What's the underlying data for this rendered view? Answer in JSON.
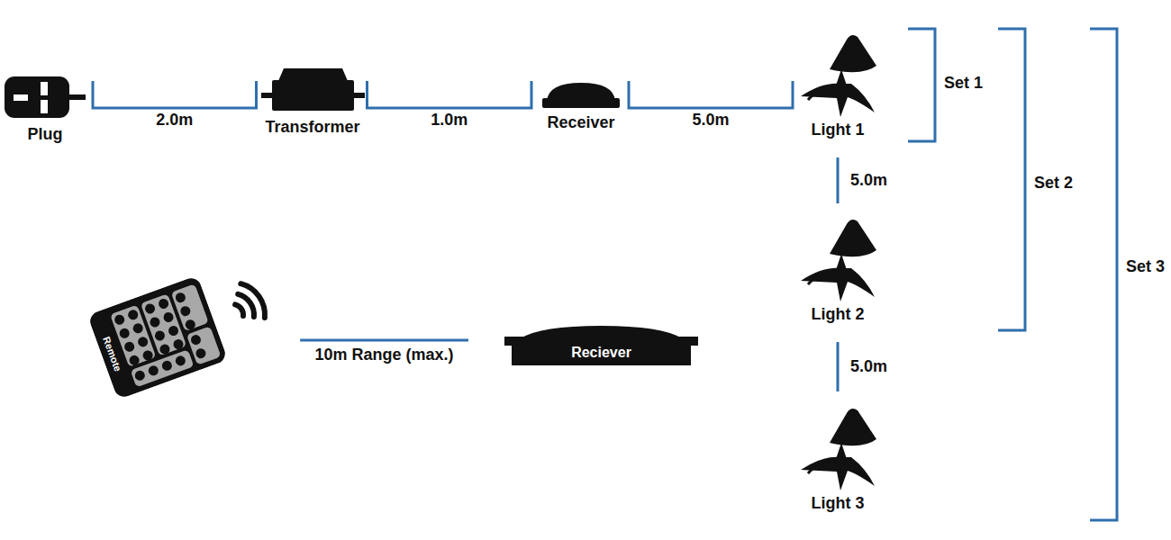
{
  "diagram": {
    "nodes": [
      {
        "text": [
          "Plug"
        ]
      },
      {
        "text": [
          "Transformer"
        ]
      },
      {
        "text": [
          "Receiver"
        ]
      },
      {
        "text": [
          "Light 1"
        ]
      },
      {
        "text": [
          "Light 2"
        ]
      },
      {
        "text": [
          "Light 3"
        ]
      },
      {
        "text": [
          "Remote"
        ]
      },
      {
        "text": [
          "Reciever"
        ]
      }
    ],
    "edges": [
      {
        "from": 0,
        "to": 1,
        "label": "2.0m",
        "arrow": "none"
      },
      {
        "from": 1,
        "to": 2,
        "label": "1.0m",
        "arrow": "none"
      },
      {
        "from": 2,
        "to": 3,
        "label": "5.0m",
        "arrow": "none"
      },
      {
        "from": 3,
        "to": 4,
        "label": "5.0m",
        "arrow": "none"
      },
      {
        "from": 4,
        "to": 5,
        "label": "5.0m",
        "arrow": "none"
      },
      {
        "from": 6,
        "to": 7,
        "label": "10m Range (max.)",
        "arrow": "none"
      }
    ],
    "labels": [
      "Set 1",
      "Set 2",
      "Set 3"
    ]
  }
}
